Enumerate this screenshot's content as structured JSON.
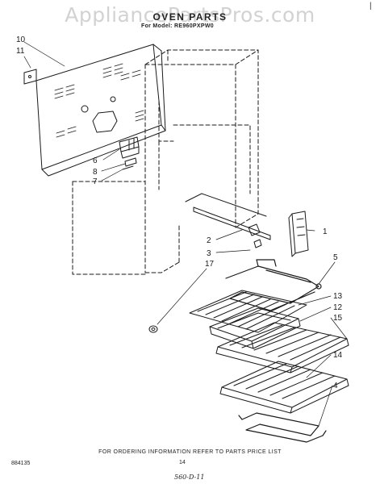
{
  "header": {
    "watermark": "AppliancePartsPros.com",
    "title": "OVEN PARTS",
    "model_line": "For Model: RE960PXPW0",
    "corner_mark": "|"
  },
  "callouts": [
    {
      "id": "c10",
      "text": "10"
    },
    {
      "id": "c11",
      "text": "11"
    },
    {
      "id": "c6",
      "text": "6"
    },
    {
      "id": "c8",
      "text": "8"
    },
    {
      "id": "c7",
      "text": "7"
    },
    {
      "id": "c1",
      "text": "1"
    },
    {
      "id": "c2",
      "text": "2"
    },
    {
      "id": "c3",
      "text": "3"
    },
    {
      "id": "c5",
      "text": "5"
    },
    {
      "id": "c17",
      "text": "17"
    },
    {
      "id": "c13",
      "text": "13"
    },
    {
      "id": "c12",
      "text": "12"
    },
    {
      "id": "c15",
      "text": "15"
    },
    {
      "id": "c14",
      "text": "14"
    },
    {
      "id": "c4",
      "text": "4"
    }
  ],
  "footer": {
    "ordering_note": "FOR ORDERING INFORMATION REFER TO PARTS PRICE LIST",
    "doc_number": "884135",
    "page_number": "14",
    "handwritten_note": "560-D-11"
  },
  "colors": {
    "line": "#1a1a1a",
    "watermark": "#d2d2d2",
    "background": "#ffffff"
  }
}
